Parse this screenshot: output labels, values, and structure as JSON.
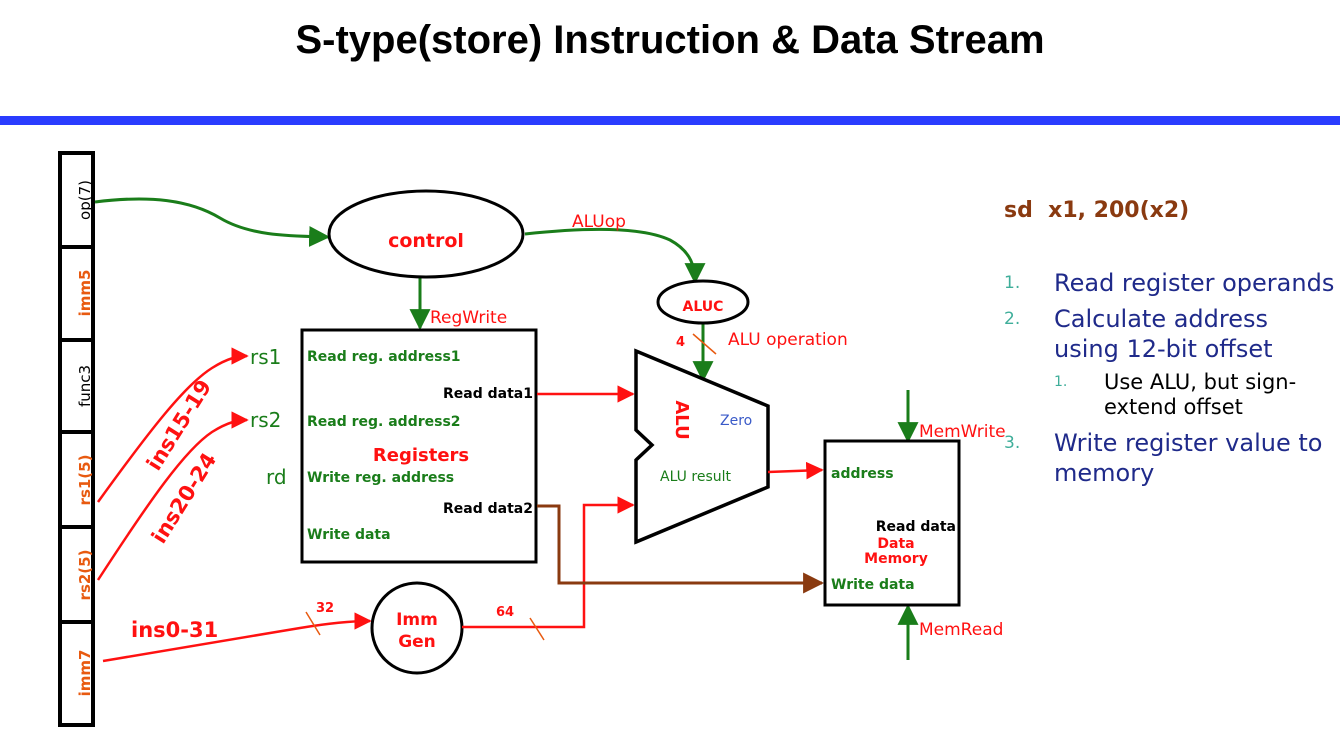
{
  "title": "S-type(store) Instruction & Data Stream",
  "instruction_fields": [
    "op(7)",
    "imm5",
    "func3",
    "rs1(5)",
    "rs2(5)",
    "imm7"
  ],
  "control": {
    "label": "control",
    "alu_op_label": "ALUop",
    "reg_write_label": "RegWrite"
  },
  "aluc": {
    "label": "ALUC",
    "bus_width": "4",
    "operation_label": "ALU operation"
  },
  "registers": {
    "title": "Registers",
    "read_addr1": "Read reg. address1",
    "read_addr2": "Read reg. address2",
    "write_addr": "Write reg. address",
    "write_data": "Write data",
    "read_data1": "Read data1",
    "read_data2": "Read data2",
    "rs1": "rs1",
    "rs2": "rs2",
    "rd": "rd"
  },
  "alu": {
    "label": "ALU",
    "zero": "Zero",
    "result": "ALU result"
  },
  "wires": {
    "ins15_19": "ins15-19",
    "ins20_24": "ins20-24",
    "ins0_31": "ins0-31",
    "width_32": "32",
    "width_64": "64"
  },
  "imm_gen": {
    "line1": "Imm",
    "line2": "Gen"
  },
  "data_memory": {
    "address": "address",
    "read_data": "Read data",
    "title_line1": "Data",
    "title_line2": "Memory",
    "write_data": "Write data",
    "mem_write": "MemWrite",
    "mem_read": "MemRead"
  },
  "instruction_example": "sd  x1, 200(x2)",
  "steps": [
    {
      "num": "1.",
      "text": "Read register operands"
    },
    {
      "num": "2.",
      "text": "Calculate address using 12-bit offset"
    },
    {
      "num": "3.",
      "text": "Write register value to memory"
    }
  ],
  "sub_step": {
    "num": "1.",
    "text": "Use ALU, but sign-extend offset"
  },
  "colors": {
    "accent_bar": "#2a3cff",
    "wire_red": "#ff1111",
    "wire_green": "#1a7d1a",
    "wire_brown": "#8a3a10",
    "step_text": "#1f2a8a",
    "step_number": "#3fae9a"
  }
}
